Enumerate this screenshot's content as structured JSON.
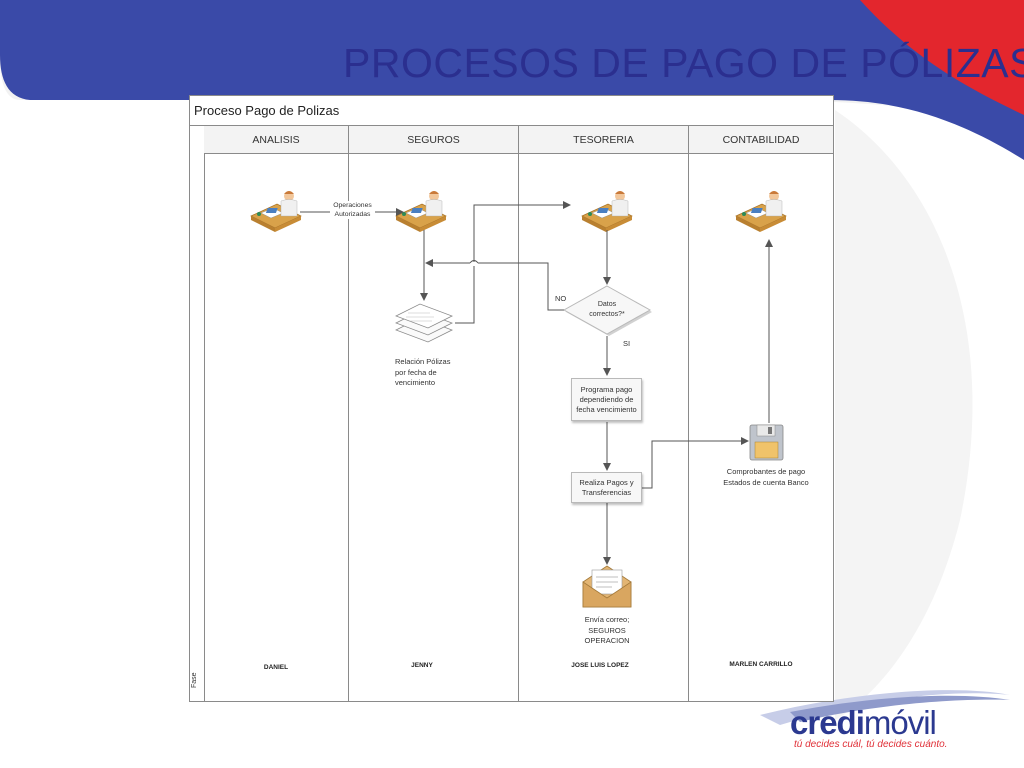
{
  "slide": {
    "title": "PROCESOS DE PAGO DE PÓLIZAS"
  },
  "pool": {
    "title": "Proceso Pago de Polizas",
    "phase_label": "Fase"
  },
  "lanes": [
    {
      "name": "ANALISIS",
      "person": "DANIEL"
    },
    {
      "name": "SEGUROS",
      "person": "JENNY"
    },
    {
      "name": "TESORERIA",
      "person": "JOSE LUIS LOPEZ"
    },
    {
      "name": "CONTABILIDAD",
      "person": "MARLEN CARRILLO"
    }
  ],
  "flow": {
    "edge_operaciones": "Operaciones\nAutorizadas",
    "doc_relacion": "Relación Pólizas\npor fecha de\nvencimiento",
    "decision": "Datos\ncorrectos?*",
    "label_no": "NO",
    "label_si": "SI",
    "step_programa": "Programa pago\ndependiendo de\nfecha vencimiento",
    "step_realiza": "Realiza Pagos y\nTransferencias",
    "store_comprobantes": "Comprobantes de pago\nEstados de cuenta Banco",
    "mail_envia": "Envía correo;\nSEGUROS\nOPERACION"
  },
  "logo": {
    "brand_a": "credi",
    "brand_b": "móvil",
    "tagline": "tú decides cuál, tú decides cuánto."
  },
  "colors": {
    "brand_blue": "#2f3fa6",
    "brand_red": "#e3262d",
    "title_blue": "#2b2f8f"
  }
}
